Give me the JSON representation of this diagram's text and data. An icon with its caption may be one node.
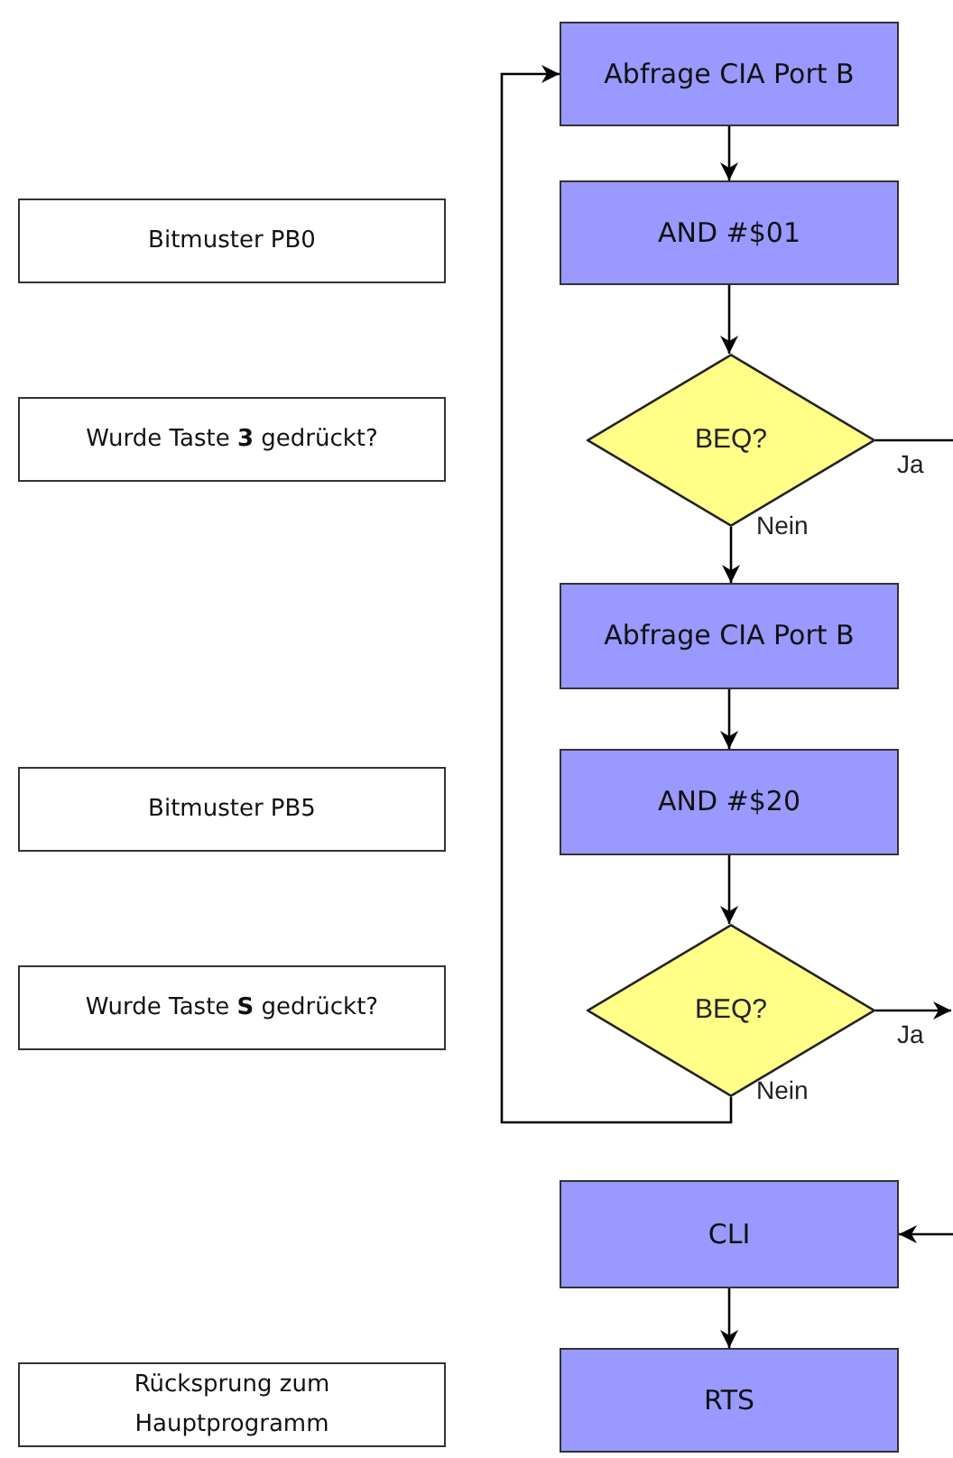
{
  "diagram": {
    "nodes": [
      {
        "text": [
          "Abfrage CIA Port B"
        ]
      },
      {
        "text": [
          "Bitmuster PB0"
        ]
      },
      {
        "text": [
          "AND #$01"
        ]
      },
      {
        "text": [
          "Wurde Taste **3** gedrückt?"
        ]
      },
      {
        "text": [
          "BEQ?"
        ]
      },
      {
        "text": [
          "Abfrage CIA Port B"
        ]
      },
      {
        "text": [
          "Bitmuster PB5"
        ]
      },
      {
        "text": [
          "AND #$20"
        ]
      },
      {
        "text": [
          "Wurde Taste **S** gedrückt?"
        ]
      },
      {
        "text": [
          "BEQ?"
        ]
      },
      {
        "text": [
          "CLI"
        ]
      },
      {
        "text": [
          "Rücksprung zum Hauptprogramm"
        ]
      },
      {
        "text": [
          "RTS"
        ]
      }
    ],
    "edges": [
      {
        "from": 0,
        "to": 2,
        "arrow": "to"
      },
      {
        "from": 2,
        "to": 4,
        "arrow": "to"
      },
      {
        "from": 4,
        "to": 5,
        "arrow": "to",
        "label": "Nein"
      },
      {
        "from": 5,
        "to": 7,
        "arrow": "to"
      },
      {
        "from": 7,
        "to": 9,
        "arrow": "to"
      },
      {
        "from": 9,
        "to": 0,
        "arrow": "to",
        "label": "Nein"
      },
      {
        "from": 4,
        "to": null,
        "arrow": "none",
        "label": "Ja"
      },
      {
        "from": 9,
        "to": null,
        "arrow": "to",
        "label": "Ja"
      },
      {
        "from": null,
        "to": 10,
        "arrow": "to"
      },
      {
        "from": 10,
        "to": 12,
        "arrow": "to"
      }
    ]
  }
}
